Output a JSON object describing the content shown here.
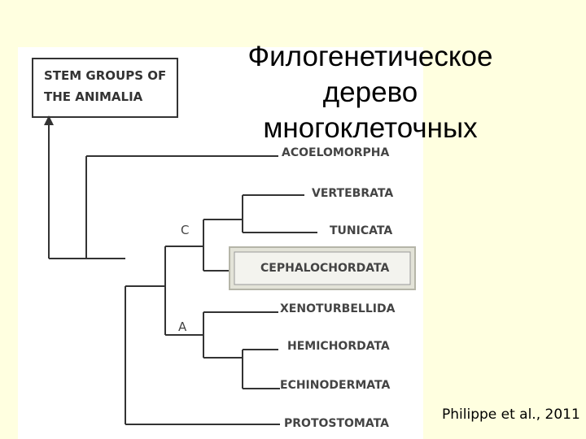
{
  "slide": {
    "title": "Филогенетическое\nдерево\nмногоклеточных",
    "citation": "Philippe et al., 2011"
  },
  "tree": {
    "root_box": {
      "line1": "STEM GROUPS OF",
      "line2": "THE ANIMALIA"
    },
    "node_labels": {
      "c": "C",
      "a": "A"
    },
    "taxa": [
      {
        "name": "ACOELOMORPHA"
      },
      {
        "name": "VERTEBRATA"
      },
      {
        "name": "TUNICATA"
      },
      {
        "name": "CEPHALOCHORDATA",
        "highlighted": true
      },
      {
        "name": "XENOTURBELLIDA"
      },
      {
        "name": "HEMICHORDATA"
      },
      {
        "name": "ECHINODERMATA"
      },
      {
        "name": "PROTOSTOMATA"
      }
    ]
  }
}
